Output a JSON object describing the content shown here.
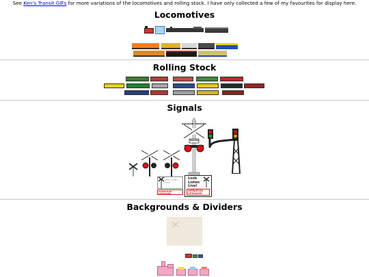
{
  "intro": {
    "before": "See ",
    "link": "Ken's Transit GIFs",
    "after": " for more variations of the locomotives and rolling stock. I have only collected a few of my favourites for display here."
  },
  "sections": {
    "locomotives": "Locomotives",
    "rolling_stock": "Rolling Stock",
    "signals": "Signals",
    "backgrounds": "Backgrounds & Dividers"
  },
  "signals": {
    "crossing_sign": "RAILROAD CROSSING",
    "tracks_sign": "TRACKS",
    "look_listen_sign": "Look Listen Live!",
    "look_listen_sign_alt": "Look Listen Live!",
    "operation_lifesaver": "OPERATION LIFESAVER",
    "operation_lifesaver_alt": "OPERATION LIFESAVER"
  },
  "colors": {
    "link": "#0000ee",
    "rule": "#c8c8c8",
    "background_tile": "#efe9dd",
    "signal_red": "#e01010",
    "signal_green": "#10a010",
    "signal_amber": "#e0a000",
    "toy_train_pink": "#f4a6c6"
  },
  "icons": {
    "locomotive": "locomotive-icon",
    "boxcar": "boxcar-icon",
    "crossbuck": "crossbuck-icon",
    "signal_lamp": "signal-lamp-icon",
    "toy_train": "toy-train-icon"
  }
}
